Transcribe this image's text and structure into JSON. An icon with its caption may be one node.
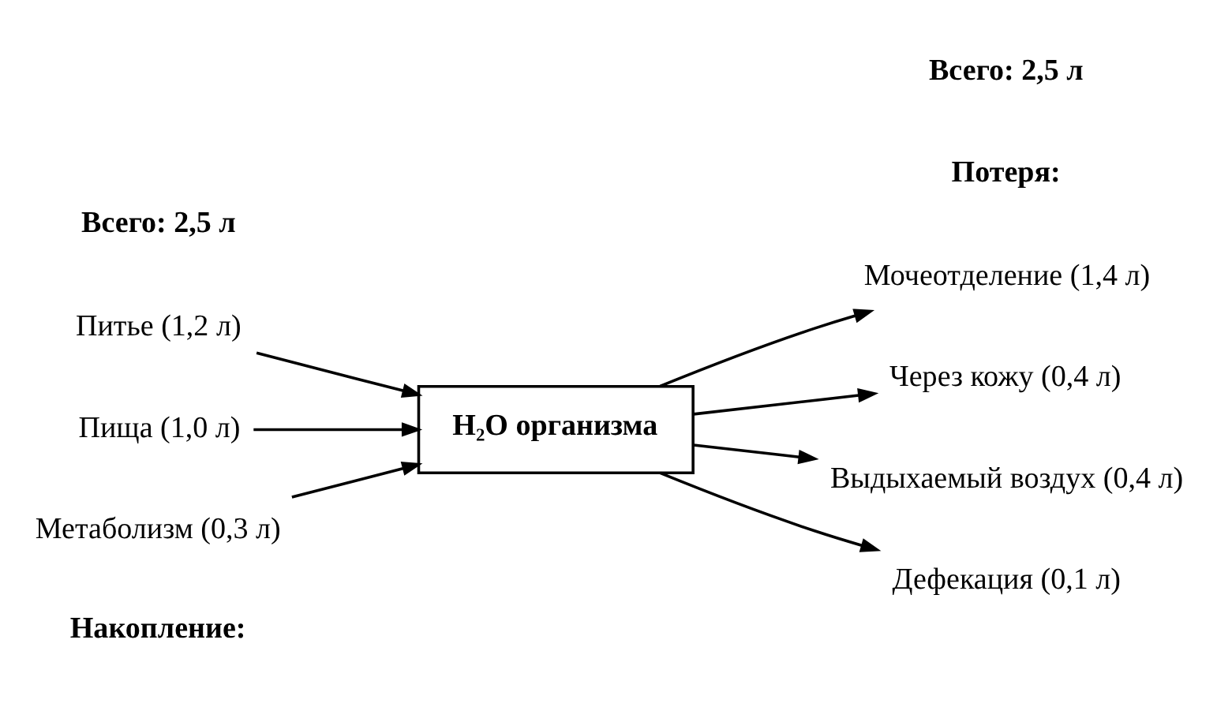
{
  "diagram": {
    "nodes": [
      {
        "text": [
          "Питье (1,2 л)"
        ]
      },
      {
        "text": [
          "Пища (1,0 л)"
        ]
      },
      {
        "text": [
          "Метаболизм (0,3 л)"
        ]
      },
      {
        "text": [
          "H₂O организма"
        ]
      },
      {
        "text": [
          "Мочеотделение (1,4 л)"
        ]
      },
      {
        "text": [
          "Через кожу (0,4 л)"
        ]
      },
      {
        "text": [
          "Выдыхаемый воздух (0,4 л)"
        ]
      },
      {
        "text": [
          "Дефекация (0,1 л)"
        ]
      }
    ],
    "edges": [
      {
        "from": 0,
        "to": 3,
        "arrow": "to"
      },
      {
        "from": 1,
        "to": 3,
        "arrow": "to"
      },
      {
        "from": 2,
        "to": 3,
        "arrow": "to"
      },
      {
        "from": 3,
        "to": 4,
        "arrow": "to"
      },
      {
        "from": 3,
        "to": 5,
        "arrow": "to"
      },
      {
        "from": 3,
        "to": 6,
        "arrow": "to"
      },
      {
        "from": 3,
        "to": 7,
        "arrow": "to"
      }
    ],
    "labels": [
      "Накопление:",
      "Потеря:",
      "Всего: 2,5 л",
      "Всего: 2,5 л"
    ]
  }
}
